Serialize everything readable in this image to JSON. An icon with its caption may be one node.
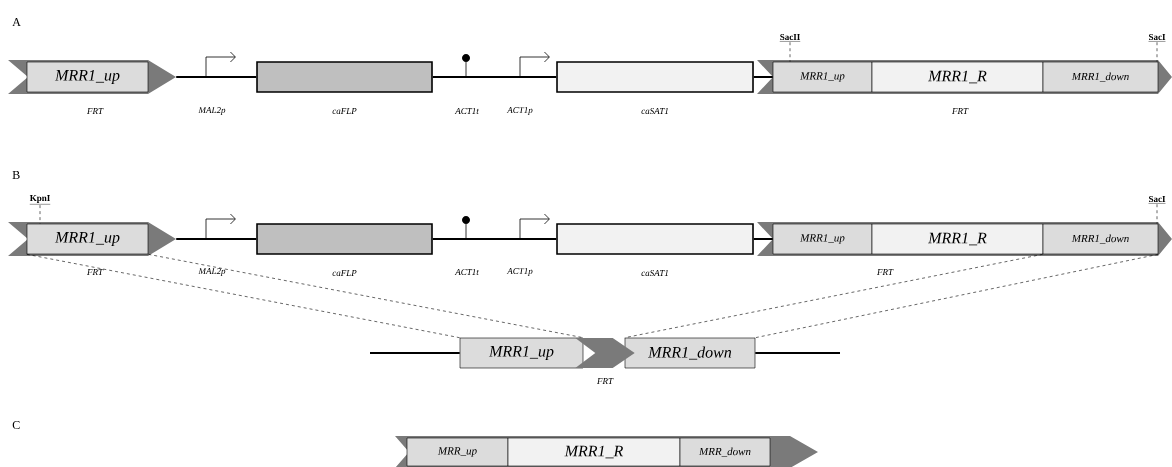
{
  "diagram": {
    "nodes": [
      {
        "text": [],
        "shape": "arrow",
        "beside": [
          "FRT"
        ]
      },
      {
        "text": [
          "MRR1_up"
        ],
        "in": 0
      },
      {
        "text": [],
        "shape": "box",
        "beside": [
          "caFLP"
        ]
      },
      {
        "text": [],
        "shape": "box",
        "beside": [
          "caSAT1"
        ]
      },
      {
        "text": [
          "SacII"
        ]
      },
      {
        "text": [
          "SacI"
        ]
      },
      {
        "text": [],
        "shape": "arrow",
        "beside": [
          "FRT"
        ]
      },
      {
        "text": [
          "MRR1_up"
        ],
        "in": 6
      },
      {
        "text": [
          "MRR1_R"
        ],
        "in": 6
      },
      {
        "text": [
          "MRR1_down"
        ],
        "in": 6
      },
      {
        "text": [
          "KpnI"
        ]
      },
      {
        "text": [
          "SacI"
        ]
      },
      {
        "text": [],
        "shape": "arrow",
        "beside": [
          "FRT"
        ]
      },
      {
        "text": [
          "MRR1_up"
        ],
        "in": 12
      },
      {
        "text": [],
        "shape": "box",
        "beside": [
          "caFLP"
        ]
      },
      {
        "text": [],
        "shape": "box",
        "beside": [
          "caSAT1"
        ]
      },
      {
        "text": [],
        "shape": "arrow",
        "beside": [
          "FRT"
        ]
      },
      {
        "text": [
          "MRR1_up"
        ],
        "in": 16
      },
      {
        "text": [
          "MRR1_R"
        ],
        "in": 16
      },
      {
        "text": [
          "MRR1_down"
        ],
        "in": 16
      },
      {
        "text": [
          "MRR1_up"
        ]
      },
      {
        "text": [
          "MRR1_down"
        ]
      },
      {
        "text": [],
        "shape": "arrow"
      },
      {
        "text": [
          "MRR_up"
        ],
        "in": 22
      },
      {
        "text": [
          "MRR1_R"
        ],
        "in": 22
      },
      {
        "text": [
          "MRR_down"
        ],
        "in": 22
      }
    ],
    "edges": [
      {
        "from": 0,
        "to": 2,
        "arrow": "none"
      },
      {
        "from": 2,
        "to": 3,
        "arrow": "none"
      },
      {
        "from": 3,
        "to": 6,
        "arrow": "none"
      },
      {
        "from": 4,
        "to": 7,
        "arrow": "none",
        "style": "dashed"
      },
      {
        "from": 5,
        "to": 9,
        "arrow": "none",
        "style": "dashed"
      },
      {
        "from": 12,
        "to": 14,
        "arrow": "none"
      },
      {
        "from": 14,
        "to": 15,
        "arrow": "none"
      },
      {
        "from": 15,
        "to": 16,
        "arrow": "none"
      },
      {
        "from": 10,
        "to": 13,
        "arrow": "none",
        "style": "dashed"
      },
      {
        "from": 11,
        "to": 19,
        "arrow": "none",
        "style": "dashed"
      },
      {
        "from": 13,
        "to": 20,
        "arrow": "none",
        "style": "dashed"
      },
      {
        "from": 13,
        "to": 20,
        "arrow": "none",
        "style": "dashed"
      },
      {
        "from": 19,
        "to": 21,
        "arrow": "none",
        "style": "dashed"
      },
      {
        "from": 19,
        "to": 21,
        "arrow": "none",
        "style": "dashed"
      },
      {
        "from": null,
        "to": 20,
        "arrow": "none"
      },
      {
        "from": 21,
        "to": null,
        "arrow": "none"
      },
      {
        "from": 20,
        "to": 21,
        "arrow": "to",
        "label": "FRT"
      }
    ],
    "labels": [
      "A",
      "MAL2p",
      "ACT1t",
      "ACT1p",
      "B",
      "MAL2p",
      "ACT1t",
      "ACT1p",
      "C"
    ]
  }
}
